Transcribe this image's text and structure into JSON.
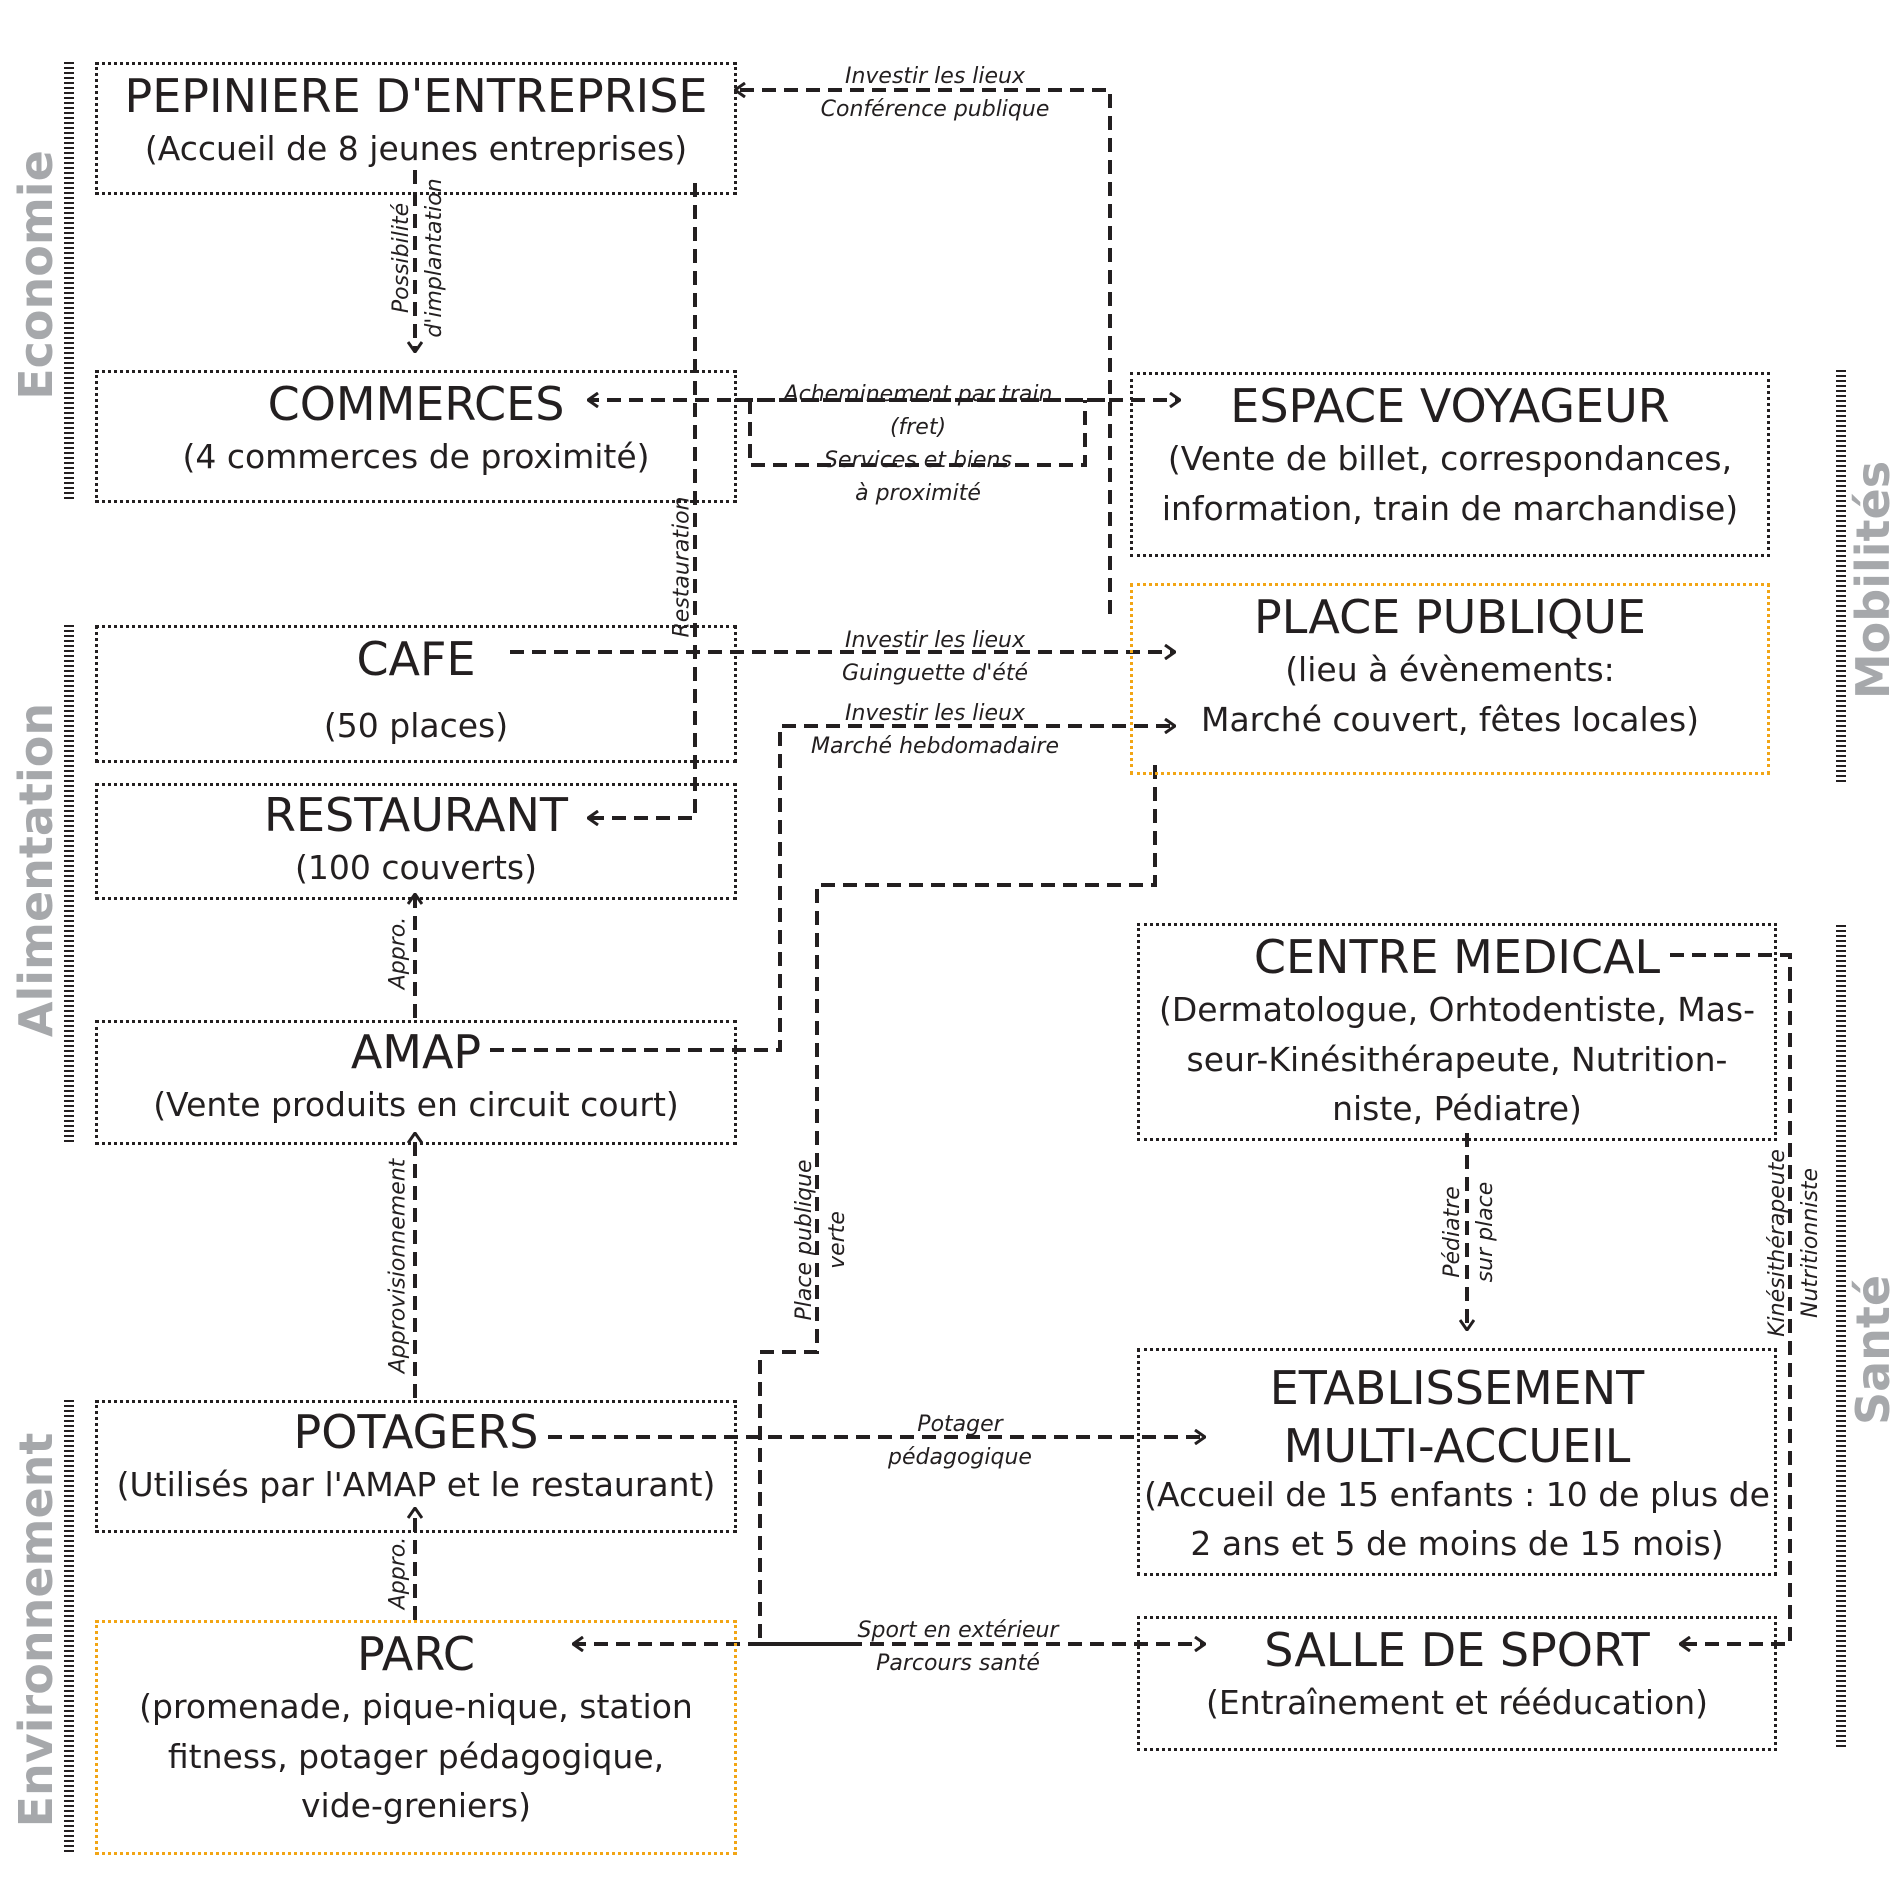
{
  "categories": {
    "economie": "Economie",
    "alimentation": "Alimentation",
    "environnement": "Environnement",
    "mobilites": "Mobilités",
    "sante": "Santé"
  },
  "boxes": {
    "pepiniere": {
      "title": "PEPINIERE D'ENTREPRISE",
      "lines": [
        "(Accueil de 8 jeunes entreprises)"
      ]
    },
    "commerces": {
      "title": "COMMERCES",
      "lines": [
        "(4 commerces de proximité)"
      ]
    },
    "cafe": {
      "title": "CAFE",
      "lines": [
        "(50 places)"
      ]
    },
    "restaurant": {
      "title": "RESTAURANT",
      "lines": [
        "(100 couverts)"
      ]
    },
    "amap": {
      "title": "AMAP",
      "lines": [
        "(Vente produits en circuit court)"
      ]
    },
    "potagers": {
      "title": "POTAGERS",
      "lines": [
        "(Utilisés par l'AMAP et le restaurant)"
      ]
    },
    "parc": {
      "title": "PARC",
      "lines": [
        "(promenade, pique-nique, station",
        "fitness, potager pédagogique,",
        "vide-greniers)"
      ]
    },
    "espace_voyageur": {
      "title": "ESPACE VOYAGEUR",
      "lines": [
        "(Vente de billet, correspondances,",
        "information, train de marchandise)"
      ]
    },
    "place_publique": {
      "title": "PLACE PUBLIQUE",
      "lines": [
        "(lieu à évènements:",
        "Marché couvert, fêtes locales)"
      ]
    },
    "centre_medical": {
      "title": "CENTRE MEDICAL",
      "lines": [
        "(Dermatologue, Orhtodentiste, Mas-",
        "seur-Kinésithérapeute, Nutrition-",
        "niste, Pédiatre)"
      ]
    },
    "etablissement": {
      "title": "ETABLISSEMENT",
      "title2": "MULTI-ACCUEIL",
      "lines": [
        "(Accueil de 15 enfants : 10 de plus de",
        "2 ans et 5 de moins de 15 mois)"
      ]
    },
    "salle_sport": {
      "title": "SALLE DE SPORT",
      "lines": [
        "(Entraînement et rééducation)"
      ]
    }
  },
  "links": {
    "investir_conf": [
      "Investir les lieux",
      "Conférence publique"
    ],
    "implantation": [
      "Possibilité",
      "d'implantation"
    ],
    "fret": [
      "Acheminement par train",
      "(fret)",
      "Services et biens",
      "à proximité"
    ],
    "restauration": [
      "Restauration"
    ],
    "guinguette": [
      "Investir les lieux",
      "Guinguette d'été"
    ],
    "marche": [
      "Investir les lieux",
      "Marché hebdomadaire"
    ],
    "appro1": [
      "Appro."
    ],
    "approvisionnement": [
      "Approvisionnement"
    ],
    "place_verte": [
      "Place publique",
      "verte"
    ],
    "potager_peda": [
      "Potager",
      "pédagogique"
    ],
    "appro2": [
      "Appro."
    ],
    "sport_ext": [
      "Sport en extérieur",
      "Parcours santé"
    ],
    "pediatre": [
      "Pédiatre",
      "sur place"
    ],
    "kine": [
      "Kinésithérapeute",
      "Nutritionniste"
    ]
  }
}
